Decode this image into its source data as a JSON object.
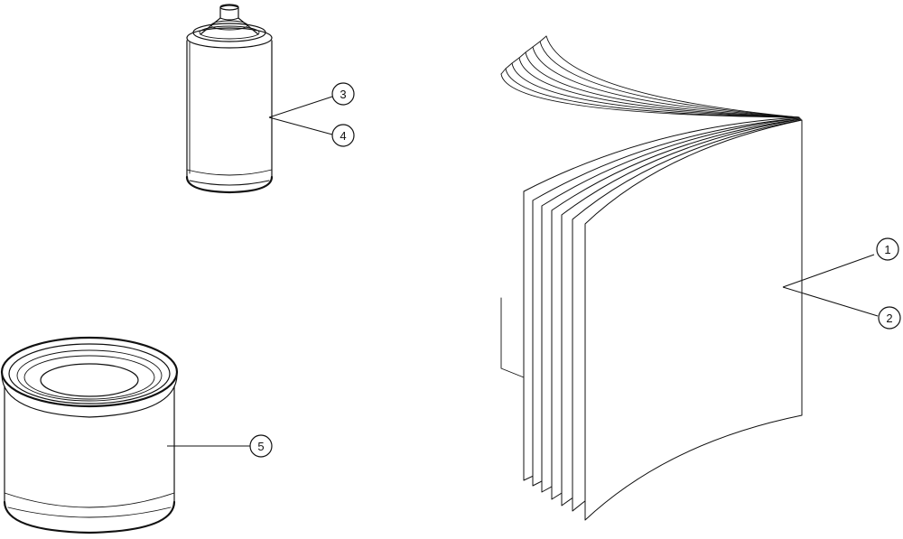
{
  "callouts": {
    "item_1": "1",
    "item_2": "2",
    "item_3": "3",
    "item_4": "4",
    "item_5": "5"
  },
  "colors": {
    "ink": "#111111",
    "background": "#ffffff"
  }
}
